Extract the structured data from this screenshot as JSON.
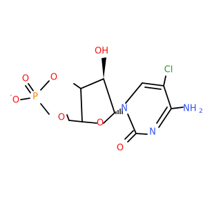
{
  "molecule": {
    "colors": {
      "bond": "#000000",
      "oxygen": "#ff0d0d",
      "phosphorus": "#ff8000",
      "nitrogen": "#3050f8",
      "chlorine": "#1fa01f"
    },
    "atoms": {
      "o_minus_label": "O",
      "o_minus_charge": "-",
      "p_label": "P",
      "p_oxo_label": "O",
      "o_ring_upper_label": "O",
      "o_ring_lower_label": "O",
      "o_furanose_label": "O",
      "oh_label": "OH",
      "n1_label": "N",
      "n3_label": "N",
      "cl_label": "Cl",
      "nh2_label": "NH",
      "nh2_subscript": "2",
      "o_carbonyl_label": "O"
    }
  }
}
